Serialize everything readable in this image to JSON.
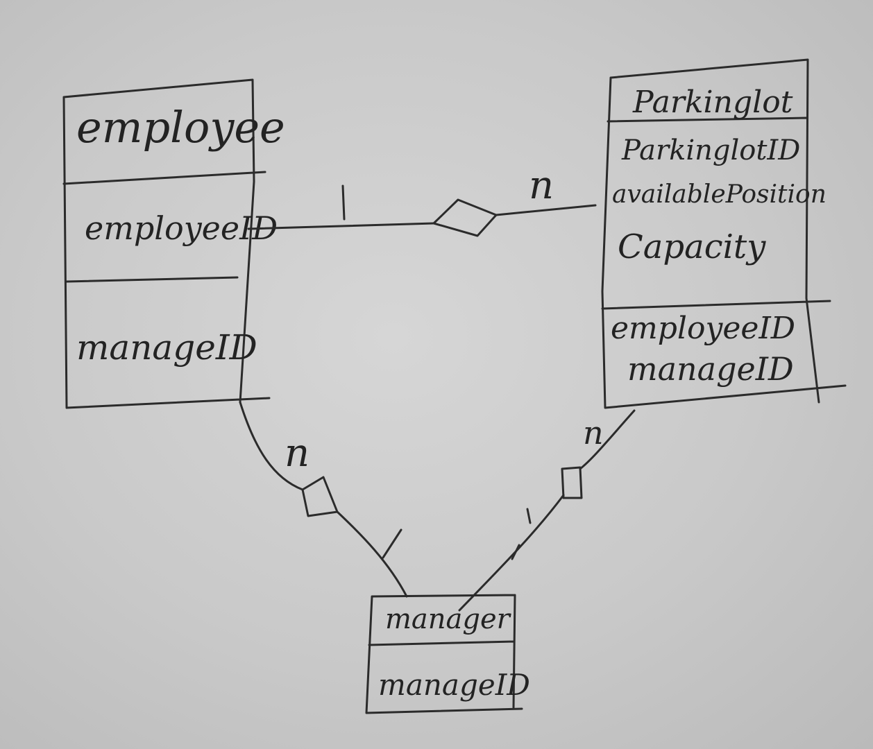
{
  "entities": {
    "employee": {
      "name": "employee",
      "attributes": [
        "employeeID"
      ],
      "foreign_keys": [
        "manageID"
      ]
    },
    "parkinglot": {
      "name": "Parkinglot",
      "attributes": [
        "ParkinglotID",
        "availablePosition",
        "Capacity"
      ],
      "foreign_keys": [
        "employeeID",
        "manageID"
      ]
    },
    "manager": {
      "name": "manager",
      "attributes": [
        "manageID"
      ]
    }
  },
  "relationships": [
    {
      "from": "employee",
      "to": "Parkinglot",
      "from_card": "1",
      "to_card": "n",
      "symbol": "diamond"
    },
    {
      "from": "employee",
      "to": "manager",
      "from_card": "n",
      "to_card": "1",
      "symbol": "square"
    },
    {
      "from": "Parkinglot",
      "to": "manager",
      "from_card": "n",
      "to_card": "1",
      "symbol": "square"
    }
  ],
  "colors": {
    "paper": "#c9c9c9",
    "ink": "#2b2b2b"
  }
}
